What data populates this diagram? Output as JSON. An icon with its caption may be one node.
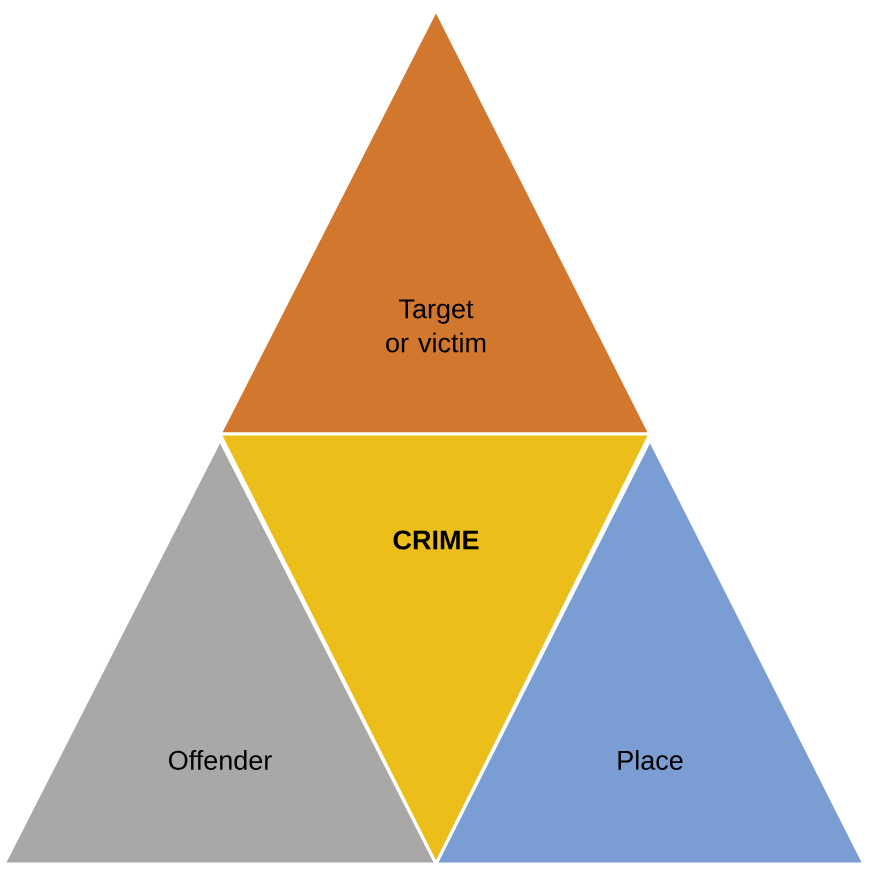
{
  "diagram": {
    "nodes": [
      {
        "text": [
          "Target or victim"
        ]
      },
      {
        "text": [
          "CRIME"
        ]
      },
      {
        "text": [
          "Offender"
        ]
      },
      {
        "text": [
          "Place"
        ]
      }
    ]
  }
}
